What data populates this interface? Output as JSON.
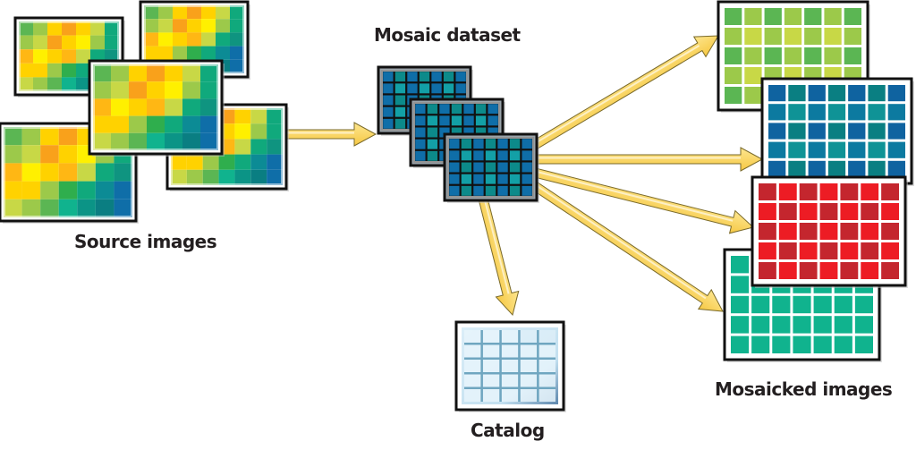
{
  "diagram": {
    "title": "Mosaic dataset workflow",
    "labels": {
      "source_images": "Source images",
      "mosaic_dataset": "Mosaic dataset",
      "catalog": "Catalog",
      "mosaicked_images": "Mosaicked images"
    },
    "nodes": [
      {
        "id": "source-images",
        "label": "Source images",
        "count": 5,
        "grid": {
          "cols": 7,
          "rows": 5
        }
      },
      {
        "id": "mosaic-dataset",
        "label": "Mosaic dataset",
        "count": 3,
        "grid": {
          "cols": 7,
          "rows": 5
        }
      },
      {
        "id": "catalog",
        "label": "Catalog",
        "count": 1,
        "grid": {
          "cols": 5,
          "rows": 5
        }
      },
      {
        "id": "mosaicked-images",
        "label": "Mosaicked images",
        "count": 4,
        "grid": {
          "cols": 7,
          "rows": 5
        }
      }
    ],
    "edges": [
      {
        "from": "source-images",
        "to": "mosaic-dataset"
      },
      {
        "from": "mosaic-dataset",
        "to": "mosaicked-images",
        "target_variant": "green"
      },
      {
        "from": "mosaic-dataset",
        "to": "mosaicked-images",
        "target_variant": "blue"
      },
      {
        "from": "mosaic-dataset",
        "to": "mosaicked-images",
        "target_variant": "red"
      },
      {
        "from": "mosaic-dataset",
        "to": "mosaicked-images",
        "target_variant": "teal"
      },
      {
        "from": "mosaic-dataset",
        "to": "catalog"
      }
    ],
    "colors": {
      "arrow_fill": "#fbd75b",
      "arrow_stroke": "#7a6a2a",
      "frame_border": "#111111",
      "source_palette": [
        [
          "#5bb653",
          "#9cc94a",
          "#ffd200",
          "#f9a11b",
          "#ffd200",
          "#c8d846",
          "#10a97c"
        ],
        [
          "#9cc94a",
          "#c8d846",
          "#f9a11b",
          "#ffd200",
          "#fff000",
          "#9cc94a",
          "#10a97c"
        ],
        [
          "#ffb714",
          "#fff000",
          "#ffd200",
          "#ffb714",
          "#c8d846",
          "#10a97c",
          "#0f9480"
        ],
        [
          "#ffd200",
          "#ffd200",
          "#9cc94a",
          "#2fae4d",
          "#10a97c",
          "#0c8b95",
          "#0f6ea8"
        ],
        [
          "#c8d846",
          "#9cc94a",
          "#5bb653",
          "#10b38e",
          "#0b9486",
          "#0a7e82",
          "#0f6ea8"
        ]
      ],
      "mosaic_dataset": [
        "#0f6ea8",
        "#0c8a8a",
        "#13a0a6"
      ],
      "mosaicked_green": [
        "#5bb653",
        "#9cc94a",
        "#c8d846"
      ],
      "mosaicked_blue": [
        "#0f63a0",
        "#0a7f82",
        "#0c7aa0",
        "#0f9396"
      ],
      "mosaicked_red": [
        "#c4262e",
        "#ed1c24"
      ],
      "mosaicked_teal": [
        "#10b38e"
      ],
      "catalog_cell": "#e8f4fb",
      "catalog_line": "#6fa6c0"
    }
  }
}
